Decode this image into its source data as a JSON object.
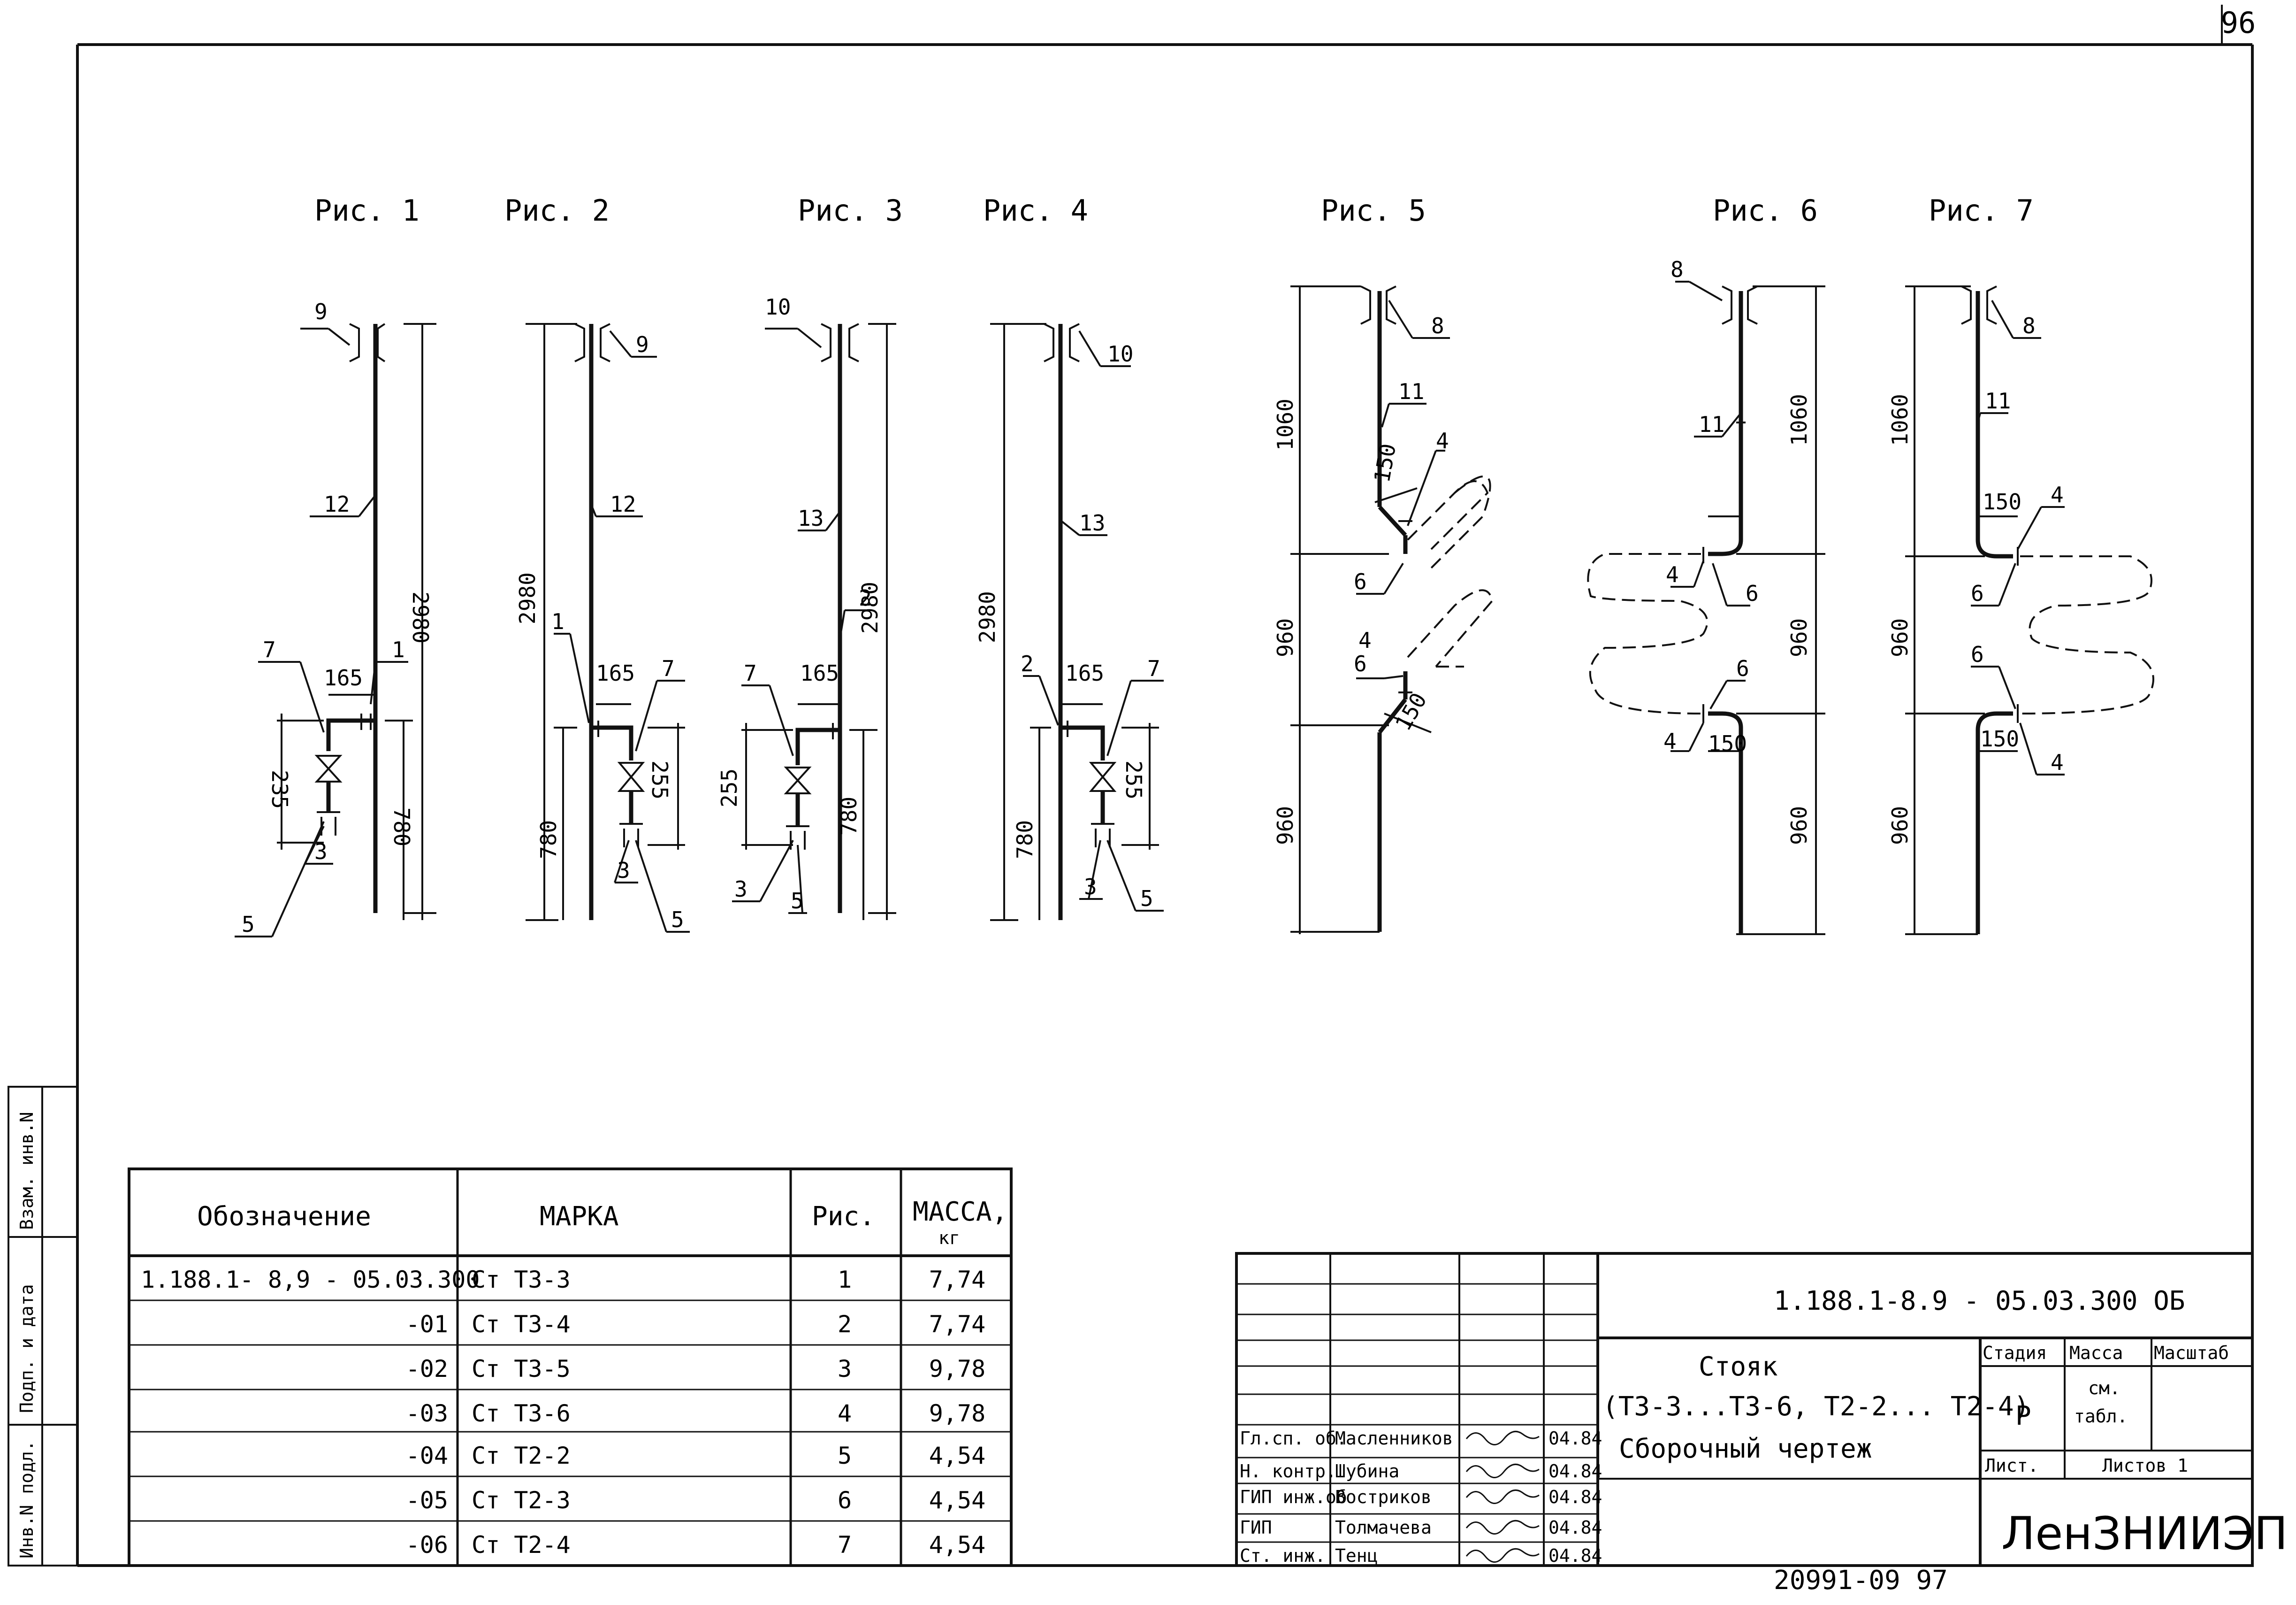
{
  "page_number": "96",
  "figures": [
    {
      "title": "Рис. 1",
      "labels": {
        "top": "9",
        "pipe": "12",
        "tee": "1",
        "valve": "7",
        "p3": "3",
        "p5": "5"
      },
      "dims": {
        "total": "2980",
        "offset": "165",
        "valve_h": "235",
        "low": "780"
      }
    },
    {
      "title": "Рис. 2",
      "labels": {
        "top": "9",
        "pipe": "12",
        "tee": "1",
        "valve": "7",
        "p3": "3",
        "p5": "5"
      },
      "dims": {
        "total": "2980",
        "offset": "165",
        "valve_h": "255",
        "low": "780"
      }
    },
    {
      "title": "Рис. 3",
      "labels": {
        "top": "10",
        "pipe": "13",
        "tee": "2",
        "valve": "7",
        "p3": "3",
        "p5": "5"
      },
      "dims": {
        "total": "2980",
        "offset": "165",
        "valve_h": "255",
        "low": "780"
      }
    },
    {
      "title": "Рис. 4",
      "labels": {
        "top": "10",
        "pipe": "13",
        "tee": "2",
        "valve": "7",
        "p3": "3",
        "p5": "5"
      },
      "dims": {
        "total": "2980",
        "offset": "165",
        "valve_h": "255",
        "low": "780"
      }
    },
    {
      "title": "Рис. 5",
      "labels": {
        "top": "8",
        "pipe": "11",
        "b1": "4",
        "b2": "6",
        "b3": "4",
        "b4": "6"
      },
      "dims": {
        "d1": "1060",
        "d2": "960",
        "d3": "960",
        "off1": "150",
        "off2": "150"
      }
    },
    {
      "title": "Рис. 6",
      "labels": {
        "top": "8",
        "pipe": "11",
        "b1": "4",
        "b2": "6",
        "b3": "6",
        "b4": "4"
      },
      "dims": {
        "d1": "1060",
        "d2": "960",
        "d3": "960",
        "off2": "150"
      }
    },
    {
      "title": "Рис. 7",
      "labels": {
        "top": "8",
        "pipe": "11",
        "b1": "4",
        "b2": "6",
        "b3": "6",
        "b4": "4"
      },
      "dims": {
        "d1": "1060",
        "d2": "960",
        "d3": "960",
        "off1": "150",
        "off2": "150"
      }
    }
  ],
  "spec_table": {
    "headers": {
      "designation": "Обозначение",
      "mark": "МАРКА",
      "fig": "Рис.",
      "mass": "МАССА,",
      "mass_unit": "кг"
    },
    "rows": [
      {
        "designation": "1.188.1- 8,9 - 05.03.300",
        "mark": "Ст Т3-3",
        "fig": "1",
        "mass": "7,74"
      },
      {
        "designation": "-01",
        "mark": "Ст Т3-4",
        "fig": "2",
        "mass": "7,74"
      },
      {
        "designation": "-02",
        "mark": "Ст Т3-5",
        "fig": "3",
        "mass": "9,78"
      },
      {
        "designation": "-03",
        "mark": "Ст Т3-6",
        "fig": "4",
        "mass": "9,78"
      },
      {
        "designation": "-04",
        "mark": "Ст Т2-2",
        "fig": "5",
        "mass": "4,54"
      },
      {
        "designation": "-05",
        "mark": "Ст Т2-3",
        "fig": "6",
        "mass": "4,54"
      },
      {
        "designation": "-06",
        "mark": "Ст Т2-4",
        "fig": "7",
        "mass": "4,54"
      }
    ]
  },
  "title_block": {
    "doc_code": "1.188.1-8.9 - 05.03.300 ОБ",
    "name_line1": "Стояк",
    "name_line2": "(Т3-3...Т3-6, Т2-2... Т2-4)",
    "name_line3": "Сборочный чертеж",
    "stage_header": "Стадия",
    "mass_header": "Масса",
    "scale_header": "Масштаб",
    "stage_value": "Р",
    "mass_value_1": "см.",
    "mass_value_2": "табл.",
    "sheet_label": "Лист.",
    "sheets_label": "Листов 1",
    "organization": "ЛенЗНИИЭП",
    "staff": [
      {
        "role": "Гл.сп. об.",
        "name": "Масленников",
        "date": "04.84"
      },
      {
        "role": "Н. контр.",
        "name": "Шубина",
        "date": "04.84"
      },
      {
        "role": "ГИП инж.об",
        "name": "Востриков",
        "date": "04.84"
      },
      {
        "role": "ГИП",
        "name": "Толмачева",
        "date": "04.84"
      },
      {
        "role": "Ст. инж.",
        "name": "Тенц",
        "date": "04.84"
      }
    ]
  },
  "side_stamp": {
    "col1": "Инв.N подл.",
    "col2": "Подп. и дата",
    "col3": "Взам. инв.N"
  },
  "bottom_number": "20991-09 97"
}
